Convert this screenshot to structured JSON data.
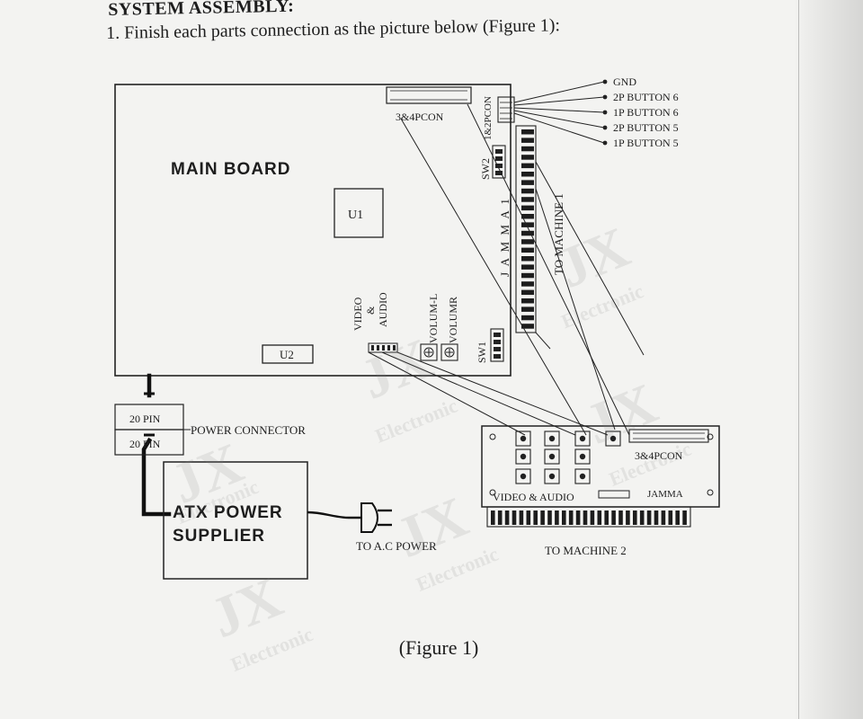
{
  "document": {
    "heading": "SYSTEM ASSEMBLY:",
    "instruction": "1. Finish each parts connection as the picture below (Figure 1):",
    "caption": "(Figure 1)"
  },
  "diagram": {
    "main_board": "MAIN BOARD",
    "u1": "U1",
    "u2": "U2",
    "con_3_4p_top": "3&4PCON",
    "con_1_2p": "1&2PCON",
    "sw2": "SW2",
    "sw1": "SW1",
    "jamma_vertical": "J A M M A 1",
    "to_machine_1": "TO MACHINE 1",
    "video_audio_vertical": [
      "VIDEO",
      "&",
      "AUDIO"
    ],
    "volum_l": "VOLUM-L",
    "volum_r": "VOLUMR",
    "buttons": [
      "GND",
      "2P BUTTON 6",
      "1P BUTTON 6",
      "2P BUTTON 5",
      "1P BUTTON 5"
    ],
    "pin_20_upper": "20 PIN",
    "pin_20_lower": "20 PIN",
    "power_connector": "POWER CONNECTOR",
    "atx_line1": "ATX POWER",
    "atx_line2": "SUPPLIER",
    "to_ac_power": "TO A.C POWER",
    "con_3_4p_bottom": "3&4PCON",
    "video_audio_bottom": "VIDEO & AUDIO",
    "jamma_bottom": "JAMMA",
    "to_machine_2": "TO MACHINE 2"
  },
  "watermark": {
    "brand": "JX",
    "word": "Electronic"
  }
}
